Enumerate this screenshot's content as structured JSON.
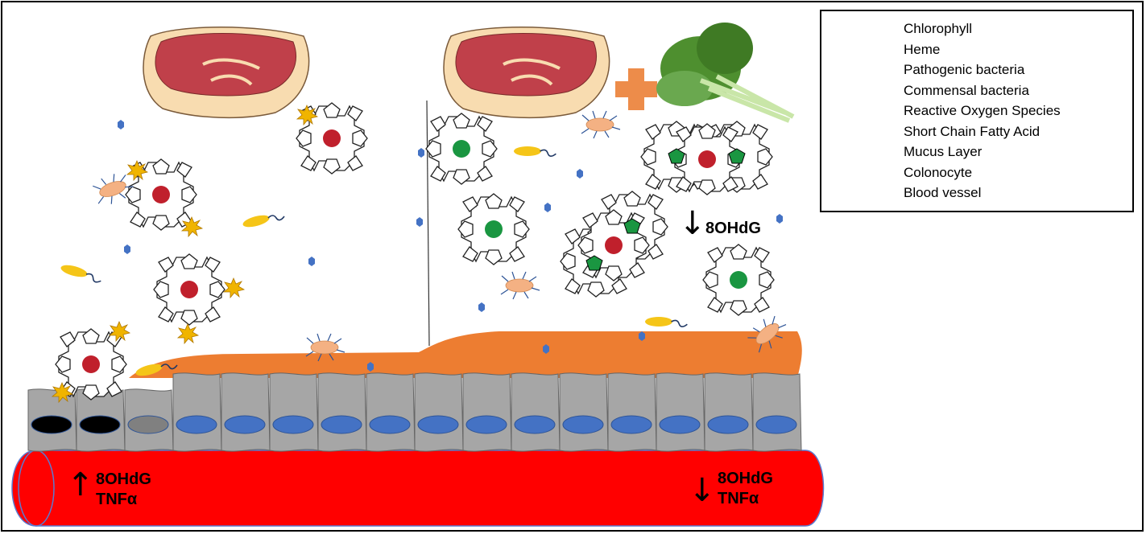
{
  "legend": {
    "items": [
      {
        "label": "Chlorophyll",
        "icon": "chlorophyll-icon",
        "color": "#1a9641"
      },
      {
        "label": "Heme",
        "icon": "heme-icon",
        "color": "#c0202c"
      },
      {
        "label": "Pathogenic bacteria",
        "icon": "pathogenic-bacteria-icon",
        "color": "#f5c518"
      },
      {
        "label": "Commensal bacteria",
        "icon": "commensal-bacteria-icon",
        "color": "#f4b183"
      },
      {
        "label": "Reactive Oxygen Species",
        "icon": "ros-burst-icon",
        "color": "#f0b400"
      },
      {
        "label": "Short Chain Fatty Acid",
        "icon": "scfa-hexagon-icon",
        "color": "#4472c4"
      },
      {
        "label": "Mucus Layer",
        "icon": "mucus-layer-icon",
        "color": "#ed7d31"
      },
      {
        "label": "Colonocyte",
        "icon": "colonocyte-icon",
        "color": "#a6a6a6"
      },
      {
        "label": "Blood vessel",
        "icon": "blood-vessel-icon",
        "color": "#ff0000"
      }
    ]
  },
  "right_lumen": {
    "marker_label": "8OHdG",
    "direction": "decrease"
  },
  "left_vessel": {
    "line1": "8OHdG",
    "line2": "TNFα",
    "direction": "increase"
  },
  "right_vessel": {
    "line1": "8OHdG",
    "line2": "TNFα",
    "direction": "decrease"
  },
  "colors": {
    "blood": "#ff0000",
    "mucus": "#ed7d31",
    "cell": "#a6a6a6",
    "nucleus": "#4472c4",
    "meat": "#c0404a",
    "fat": "#f8dcb0",
    "spinach": "#4e8f2f",
    "plus": "#ed8c4a"
  }
}
